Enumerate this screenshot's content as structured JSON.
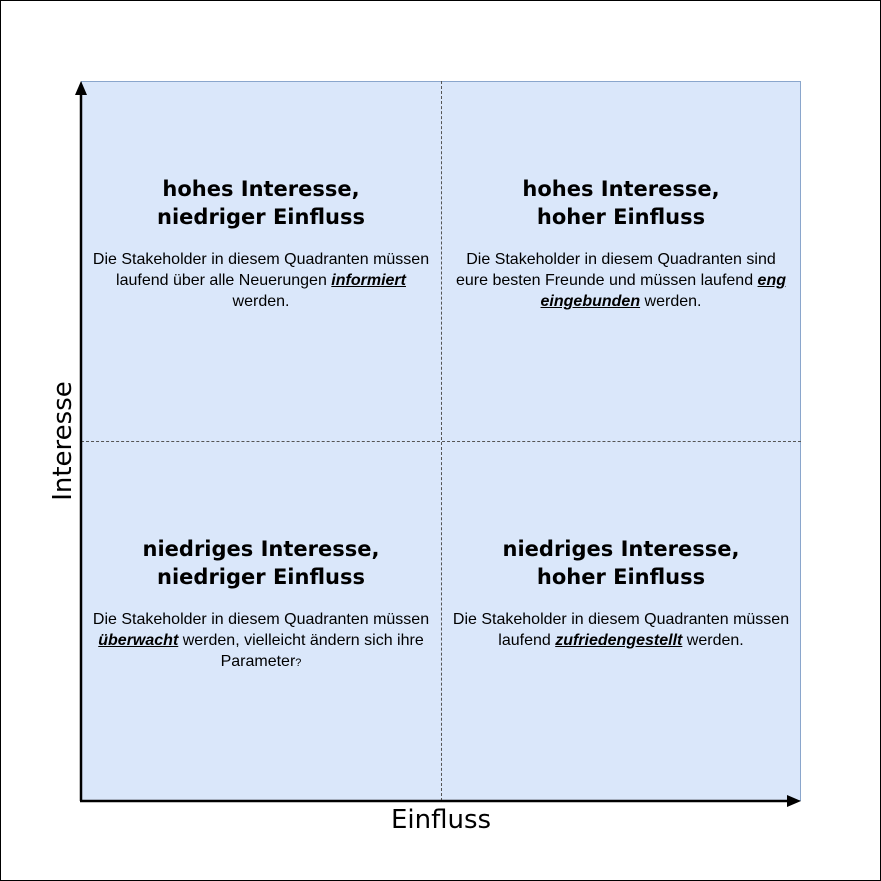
{
  "axes": {
    "x_label": "Einfluss",
    "y_label": "Interesse"
  },
  "quadrants": {
    "top_left": {
      "title": "hohes Interesse,\nniedriger Einfluss",
      "text_before": "Die Stakeholder in diesem Quadranten müssen laufend über alle Neuerungen ",
      "emphasis": "informiert",
      "text_after": " werden."
    },
    "top_right": {
      "title": "hohes Interesse,\nhoher Einfluss",
      "text_before": "Die Stakeholder in diesem Quadranten sind eure besten Freunde und müssen laufend ",
      "emphasis": "eng eingebunden",
      "text_after": " werden."
    },
    "bottom_left": {
      "title": "niedriges Interesse,\nniedriger Einfluss",
      "text_before": "Die Stakeholder in diesem Quadranten müssen ",
      "emphasis": "überwacht",
      "text_after": " werden, vielleicht ändern sich ihre Parameter",
      "trailing_small": "?"
    },
    "bottom_right": {
      "title": "niedriges Interesse,\nhoher Einfluss",
      "text_before": "Die Stakeholder in diesem Quadranten müssen laufend ",
      "emphasis": "zufriedengestellt",
      "text_after": " werden."
    }
  },
  "colors": {
    "quadrant_fill": "#dae7fa",
    "axis": "#000000",
    "divider": "#555555"
  }
}
